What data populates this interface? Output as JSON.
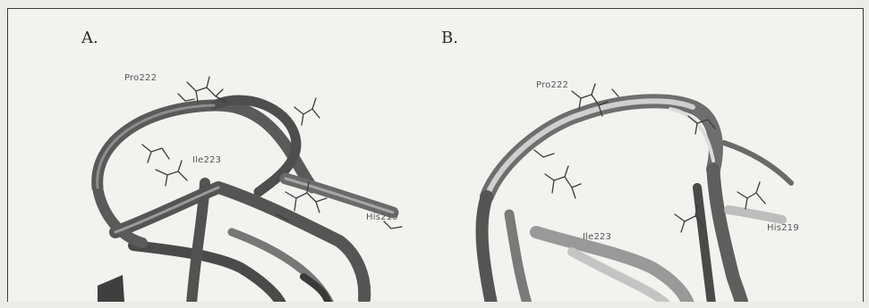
{
  "figure": {
    "panels": [
      {
        "label": "A.",
        "residues": [
          "Pro222",
          "Ile223",
          "His219"
        ]
      },
      {
        "label": "B.",
        "residues": [
          "Pro222",
          "Ile223",
          "His219"
        ]
      }
    ],
    "colors": {
      "ribbon_dark": "#5a5a5a",
      "ribbon_light": "#b9b9b9",
      "sticks": "#3c3c3c",
      "frame": "#3a3a3a"
    }
  }
}
